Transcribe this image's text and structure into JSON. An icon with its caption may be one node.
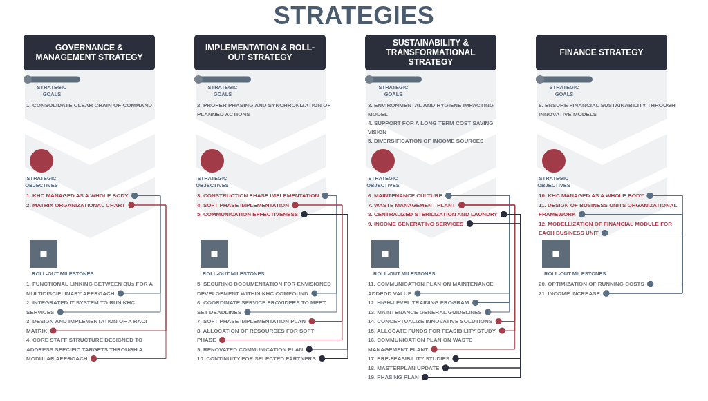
{
  "diagram": {
    "title": "STRATEGIES",
    "nodes": [
      {
        "text": [
          "GOVERNANCE & MANAGEMENT STRATEGY"
        ]
      },
      {
        "text": [
          "1. KHC MANAGED AS A WHOLE BODY"
        ]
      },
      {
        "text": [
          "2. MATRIX ORGANIZATIONAL CHART"
        ]
      },
      {
        "text": [
          "1. FUNCTIONAL LINKING BETWEEN BUs FOR A MULTIDISCIPLINARY APPROACH"
        ]
      },
      {
        "text": [
          "2. INTEGRATED IT SYSTEM TO RUN KHC SERVICES"
        ]
      },
      {
        "text": [
          "3. DESIGN AND IMPLEMENTATION OF A RACI MATRIX"
        ]
      },
      {
        "text": [
          "4. CORE STAFF STRUCTURE DESIGNED TO ADDRESS SPECIFIC TARGETS THROUGH A MODULAR APPROACH"
        ]
      },
      {
        "text": [
          "IMPLEMENTATION & ROLL-OUT STRATEGY"
        ]
      },
      {
        "text": [
          "3. CONSTRUCTION PHASE IMPLEMENTATION"
        ]
      },
      {
        "text": [
          "4. SOFT PHASE IMPLEMENTATION"
        ]
      },
      {
        "text": [
          "5. COMMUNICATION EFFECTIVENESS"
        ]
      },
      {
        "text": [
          "5. SECURING DOCUMENTATION FOR ENVISIONED DEVELOPMENT WITHIN KHC COMPOUND"
        ]
      },
      {
        "text": [
          "6. COORDINATE SERVICE PROVIDERS TO MEET SET DEADLINES"
        ]
      },
      {
        "text": [
          "7. SOFT PHASE IMPLEMENTATION PLAN"
        ]
      },
      {
        "text": [
          "8. ALLOCATION OF RESOURCES FOR SOFT PHASE"
        ]
      },
      {
        "text": [
          "9. RENOVATED COMMUNICATION PLAN"
        ]
      },
      {
        "text": [
          "10. CONTINUITY FOR SELECTED PARTNERS"
        ]
      },
      {
        "text": [
          "SUSTAINABILITY & TRANSFORMATIONAL STRATEGY"
        ]
      },
      {
        "text": [
          "6. MAINTENANCE CULTURE"
        ]
      },
      {
        "text": [
          "7. WASTE MANAGEMENT PLANT"
        ]
      },
      {
        "text": [
          "8. CENTRALIZED STERILIZATION AND LAUNDRY"
        ]
      },
      {
        "text": [
          "9. INCOME GENERATING SERVICES"
        ]
      },
      {
        "text": [
          "11. COMMUNICATION PLAN ON MAINTENANCE ADDEDD VALUE"
        ]
      },
      {
        "text": [
          "12. HIGH-LEVEL TRAINING PROGRAM"
        ]
      },
      {
        "text": [
          "13. MAINTENANCE GENERAL GUIDELINES"
        ]
      },
      {
        "text": [
          "14. CONCEPTUALIZE INNOVATIVE SOLUTIONS"
        ]
      },
      {
        "text": [
          "15. ALLOCATE FUNDS FOR FEASIBILITY STUDY"
        ]
      },
      {
        "text": [
          "16. COMMUNICATION PLAN ON WASTE MANAGEMENT PLANT"
        ]
      },
      {
        "text": [
          "17. PRE-FEASIBILITY STUDIES"
        ]
      },
      {
        "text": [
          "18. MASTERPLAN UPDATE"
        ]
      },
      {
        "text": [
          "19. PHASING PLAN"
        ]
      },
      {
        "text": [
          "FINANCE STRATEGY"
        ]
      },
      {
        "text": [
          "10. KHC MANAGED AS A WHOLE BODY"
        ]
      },
      {
        "text": [
          "11. DESIGN OF BUSINESS UNITS ORGANIZATIONAL FRAMEWORK"
        ]
      },
      {
        "text": [
          "12. MODELLIZATION OF FINANCIAL MODULE FOR EACH BUSINESS UNIT"
        ]
      },
      {
        "text": [
          "20. OPTIMIZATION OF RUNNING COSTS"
        ]
      },
      {
        "text": [
          "21. INCOME INCREASE"
        ]
      }
    ],
    "edges": [
      {
        "from": 1,
        "to": 3,
        "arrow": "other"
      },
      {
        "from": 1,
        "to": 4,
        "arrow": "other"
      },
      {
        "from": 2,
        "to": 5,
        "arrow": "other",
        "color": "#a63d4a"
      },
      {
        "from": 2,
        "to": 6,
        "arrow": "other",
        "color": "#a63d4a"
      },
      {
        "from": 8,
        "to": 11,
        "arrow": "other"
      },
      {
        "from": 8,
        "to": 12,
        "arrow": "other"
      },
      {
        "from": 9,
        "to": 13,
        "arrow": "other",
        "color": "#a63d4a"
      },
      {
        "from": 9,
        "to": 14,
        "arrow": "other",
        "color": "#a63d4a"
      },
      {
        "from": 10,
        "to": 15,
        "arrow": "other",
        "color": "#2a2d3b"
      },
      {
        "from": 10,
        "to": 16,
        "arrow": "other",
        "color": "#2a2d3b"
      },
      {
        "from": 18,
        "to": 22,
        "arrow": "other"
      },
      {
        "from": 18,
        "to": 23,
        "arrow": "other"
      },
      {
        "from": 18,
        "to": 24,
        "arrow": "other"
      },
      {
        "from": 19,
        "to": 25,
        "arrow": "other",
        "color": "#a63d4a"
      },
      {
        "from": 19,
        "to": 26,
        "arrow": "other",
        "color": "#a63d4a"
      },
      {
        "from": 19,
        "to": 27,
        "arrow": "other",
        "color": "#a63d4a"
      },
      {
        "from": 20,
        "to": 28,
        "arrow": "other",
        "color": "#2a2d3b"
      },
      {
        "from": 20,
        "to": 29,
        "arrow": "other",
        "color": "#2a2d3b"
      },
      {
        "from": 20,
        "to": 30,
        "arrow": "other",
        "color": "#2a2d3b"
      },
      {
        "from": 21,
        "to": 28,
        "arrow": "other",
        "color": "#2a2d3b"
      },
      {
        "from": 21,
        "to": 29,
        "arrow": "other",
        "color": "#2a2d3b"
      },
      {
        "from": 21,
        "to": 30,
        "arrow": "other",
        "color": "#2a2d3b"
      },
      {
        "from": 32,
        "to": 35,
        "arrow": "other"
      },
      {
        "from": 32,
        "to": 36,
        "arrow": "other"
      },
      {
        "from": 33,
        "to": 35,
        "arrow": "other"
      },
      {
        "from": 33,
        "to": 36,
        "arrow": "other"
      },
      {
        "from": 34,
        "to": 35,
        "arrow": "other"
      },
      {
        "from": 34,
        "to": 36,
        "arrow": "other"
      }
    ],
    "labels": [
      "STRATEGIC GOALS",
      "1. CONSOLIDATE CLEAR CHAIN OF COMMAND",
      "STRATEGIC OBJECTIVES",
      "ROLL-OUT MILESTONES",
      "STRATEGIC GOALS",
      "2. PROPER PHASING AND SYNCHRONIZATION OF PLANNED ACTIONS",
      "STRATEGIC OBJECTIVES",
      "ROLL-OUT MILESTONES",
      "STRATEGIC GOALS",
      "3. ENVIRONMENTAL AND HYGIENE IMPACTING MODEL",
      "4. SUPPORT FOR A LONG-TERM COST SAVING VISION",
      "5. DIVERSIFICATION OF INCOME SOURCES",
      "STRATEGIC OBJECTIVES",
      "ROLL-OUT MILESTONES",
      "STRATEGIC GOALS",
      "6. ENSURE FINANCIAL SUSTAINABILITY THROUGH INNOVATIVE MODELS",
      "STRATEGIC OBJECTIVES",
      "ROLL-OUT MILESTONES"
    ]
  }
}
